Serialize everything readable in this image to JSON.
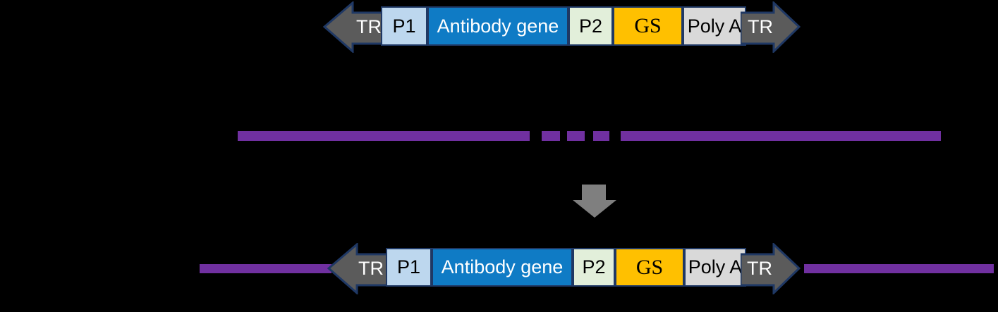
{
  "colors": {
    "background": "#000000",
    "border": "#1F3864",
    "tr_arrow_fill": "#5B5B5B",
    "tr_text": "#FFFFFF",
    "p1_fill": "#BDD7EE",
    "antibody_gene_fill": "#0F7BC5",
    "antibody_gene_text": "#FFFFFF",
    "p2_fill": "#E2EFDA",
    "gs_fill": "#FFC000",
    "poly_a_fill": "#D9D9D9",
    "box_text": "#000000",
    "genome_line": "#7030A0",
    "integration_arrow": "#7F7F7F"
  },
  "cassette": {
    "tr": "TR",
    "boxes": [
      {
        "id": "p1",
        "label": "P1"
      },
      {
        "id": "antibody-gene",
        "label": "Antibody gene"
      },
      {
        "id": "p2",
        "label": "P2"
      },
      {
        "id": "gs",
        "label": "GS"
      },
      {
        "id": "poly-a",
        "label": "Poly A"
      }
    ]
  }
}
